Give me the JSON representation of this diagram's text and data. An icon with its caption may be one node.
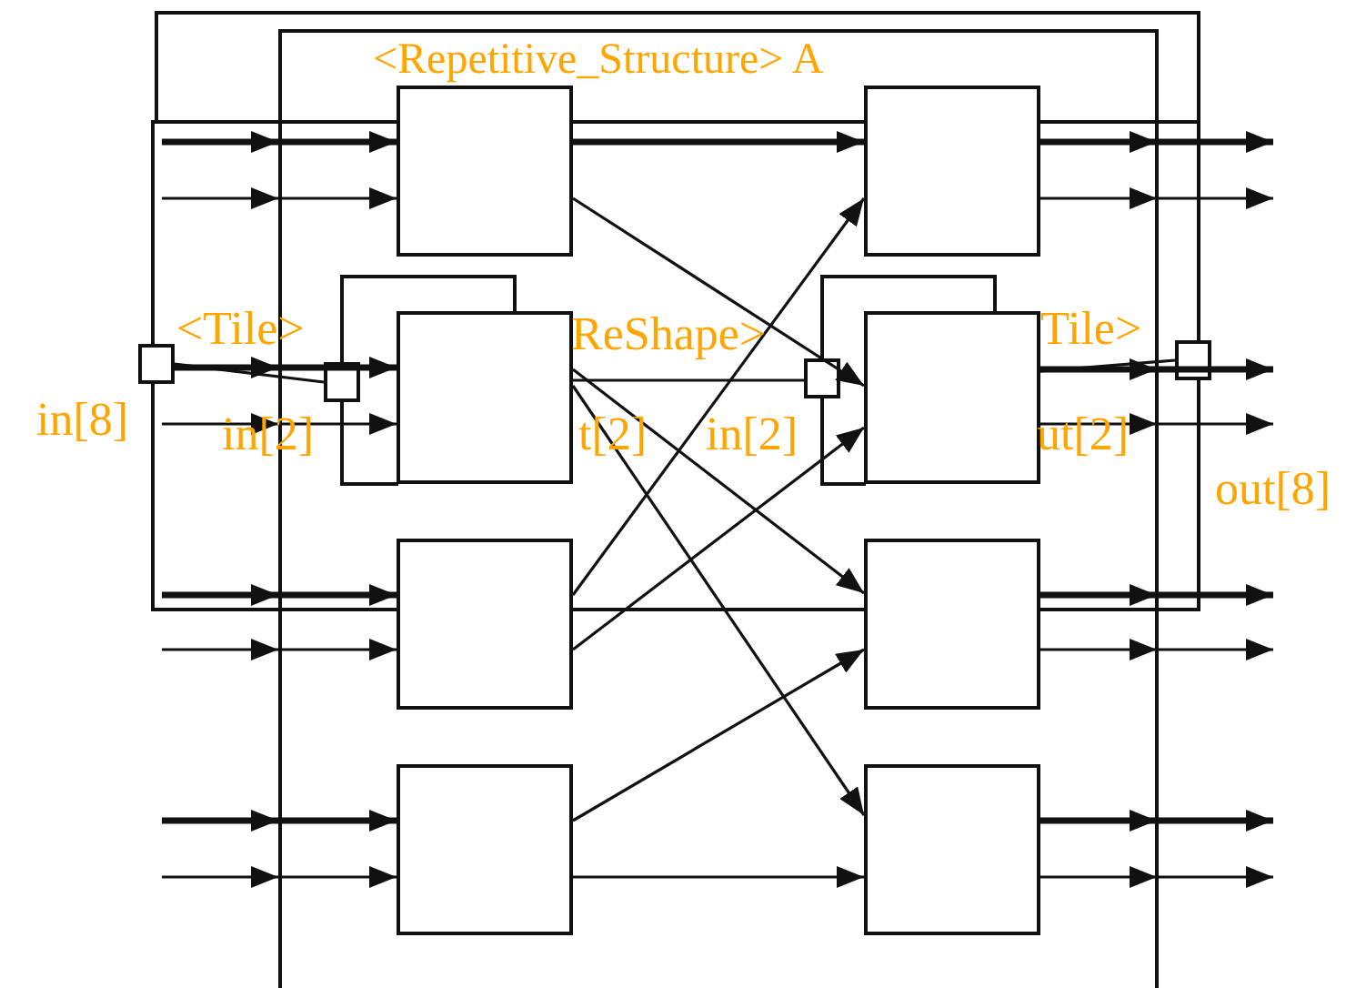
{
  "diagram": {
    "nodes": [
      {
        "text": [
          "<Repetitive_Structure> A"
        ]
      },
      {
        "text": [],
        "shape": "box",
        "in": 0
      },
      {
        "text": [],
        "shape": "box",
        "in": 0
      },
      {
        "text": [],
        "shape": "box",
        "in": 0
      },
      {
        "text": [],
        "shape": "box",
        "in": 0
      },
      {
        "text": [],
        "shape": "box",
        "in": 0
      },
      {
        "text": [],
        "shape": "box",
        "in": 0
      },
      {
        "text": [],
        "shape": "box",
        "in": 0
      },
      {
        "text": [],
        "shape": "box",
        "in": 0
      },
      {
        "text": [],
        "shape": "box"
      },
      {
        "text": [],
        "shape": "box",
        "in": 0
      },
      {
        "text": [],
        "shape": "box",
        "in": 0
      },
      {
        "text": [],
        "shape": "box"
      }
    ],
    "edges": [
      {
        "from": null,
        "to": 1,
        "arrow": "to",
        "style": "thick"
      },
      {
        "from": null,
        "to": 1,
        "arrow": "to"
      },
      {
        "from": 9,
        "to": 2,
        "arrow": "to",
        "style": "thick"
      },
      {
        "from": 9,
        "to": 10,
        "arrow": "none"
      },
      {
        "from": null,
        "to": 2,
        "arrow": "to"
      },
      {
        "from": null,
        "to": 3,
        "arrow": "to",
        "style": "thick"
      },
      {
        "from": null,
        "to": 3,
        "arrow": "to"
      },
      {
        "from": null,
        "to": 4,
        "arrow": "to",
        "style": "thick"
      },
      {
        "from": null,
        "to": 4,
        "arrow": "to"
      },
      {
        "from": 1,
        "to": 5,
        "arrow": "to",
        "style": "thick"
      },
      {
        "from": 1,
        "to": 6,
        "arrow": "to"
      },
      {
        "from": 2,
        "to": 7,
        "arrow": "to"
      },
      {
        "from": 2,
        "to": 8,
        "arrow": "to"
      },
      {
        "from": 2,
        "to": 11,
        "arrow": "none"
      },
      {
        "from": 3,
        "to": 5,
        "arrow": "to"
      },
      {
        "from": 3,
        "to": 6,
        "arrow": "to"
      },
      {
        "from": 4,
        "to": 7,
        "arrow": "to"
      },
      {
        "from": 4,
        "to": 8,
        "arrow": "to"
      },
      {
        "from": 5,
        "to": null,
        "arrow": "to",
        "style": "thick"
      },
      {
        "from": 5,
        "to": null,
        "arrow": "to"
      },
      {
        "from": 6,
        "to": null,
        "arrow": "to",
        "style": "thick"
      },
      {
        "from": 6,
        "to": 12,
        "arrow": "none"
      },
      {
        "from": 6,
        "to": null,
        "arrow": "to"
      },
      {
        "from": 7,
        "to": null,
        "arrow": "to",
        "style": "thick"
      },
      {
        "from": 7,
        "to": null,
        "arrow": "to"
      },
      {
        "from": 8,
        "to": null,
        "arrow": "to",
        "style": "thick"
      },
      {
        "from": 8,
        "to": null,
        "arrow": "to"
      }
    ],
    "labels": [
      "<Tile>",
      "in[8]",
      "in[2]",
      "ReShape>",
      "t[2]",
      "in[2]",
      "ut[2]",
      "Tile>",
      "out[8]"
    ]
  }
}
